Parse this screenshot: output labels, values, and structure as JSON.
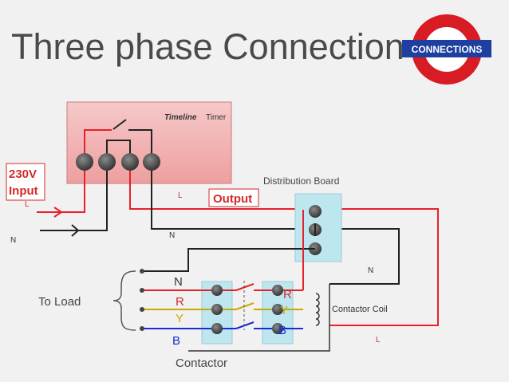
{
  "title": "Three phase Connection",
  "badge": {
    "label": "CONNECTIONS"
  },
  "timer": {
    "brand": "Timeline",
    "label": "Timer"
  },
  "input": {
    "line1": "230V",
    "line2": "Input",
    "phase": "L",
    "neutral": "N"
  },
  "output": {
    "label": "Output",
    "phase": "L",
    "neutral": "N"
  },
  "distribution_board": {
    "label": "Distribution Board"
  },
  "contactor": {
    "label": "Contactor",
    "left_labels": {
      "n": "N",
      "r": "R",
      "y": "Y",
      "b": "B"
    },
    "right_labels": {
      "r": "R",
      "y": "Y",
      "b": "B"
    }
  },
  "coil": {
    "label": "Contactor Coil",
    "neutral": "N",
    "phase": "L"
  },
  "load": {
    "label": "To Load"
  },
  "colors": {
    "live": "#e8202a",
    "neutral": "#222222",
    "yellow": "#c9a800",
    "blue": "#1a2bd6",
    "red_text": "#d42a2a",
    "badge_ring": "#d71c24",
    "badge_bar": "#1c3fa0"
  }
}
